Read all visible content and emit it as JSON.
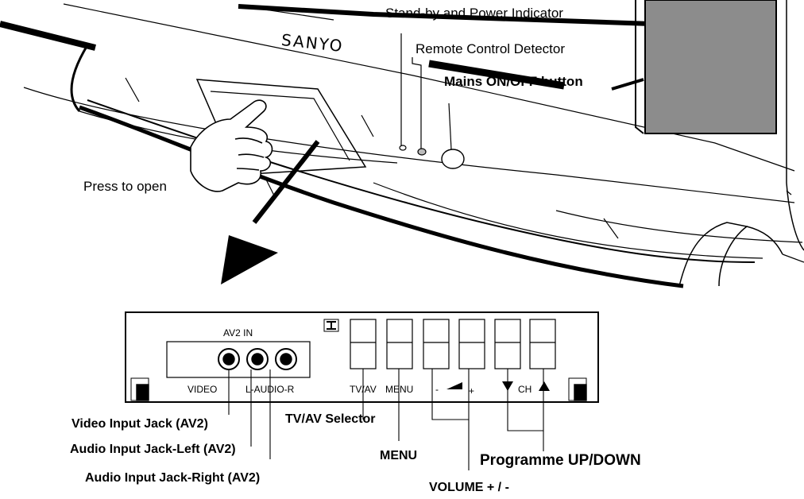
{
  "tv": {
    "brand": "SANYO",
    "callouts": {
      "standby": "Stand-by and  Power Indicator",
      "remote": "Remote Control Detector",
      "mains": "Mains ON/OFF button",
      "press": "Press to open"
    }
  },
  "panel": {
    "av2_in": "AV2 IN",
    "video": "VIDEO",
    "audio": "L-AUDIO-R",
    "tvav": "TV/AV",
    "menu": "MENU",
    "vol_minus": "-",
    "vol_plus": "+",
    "ch": "CH"
  },
  "labels": {
    "video_jack": "Video Input Jack (AV2)",
    "audio_left": "Audio Input Jack-Left (AV2)",
    "audio_right": "Audio Input Jack-Right (AV2)",
    "tvav_selector": "TV/AV Selector",
    "menu": "MENU",
    "volume": "VOLUME + / -",
    "programme": "Programme UP/DOWN"
  }
}
